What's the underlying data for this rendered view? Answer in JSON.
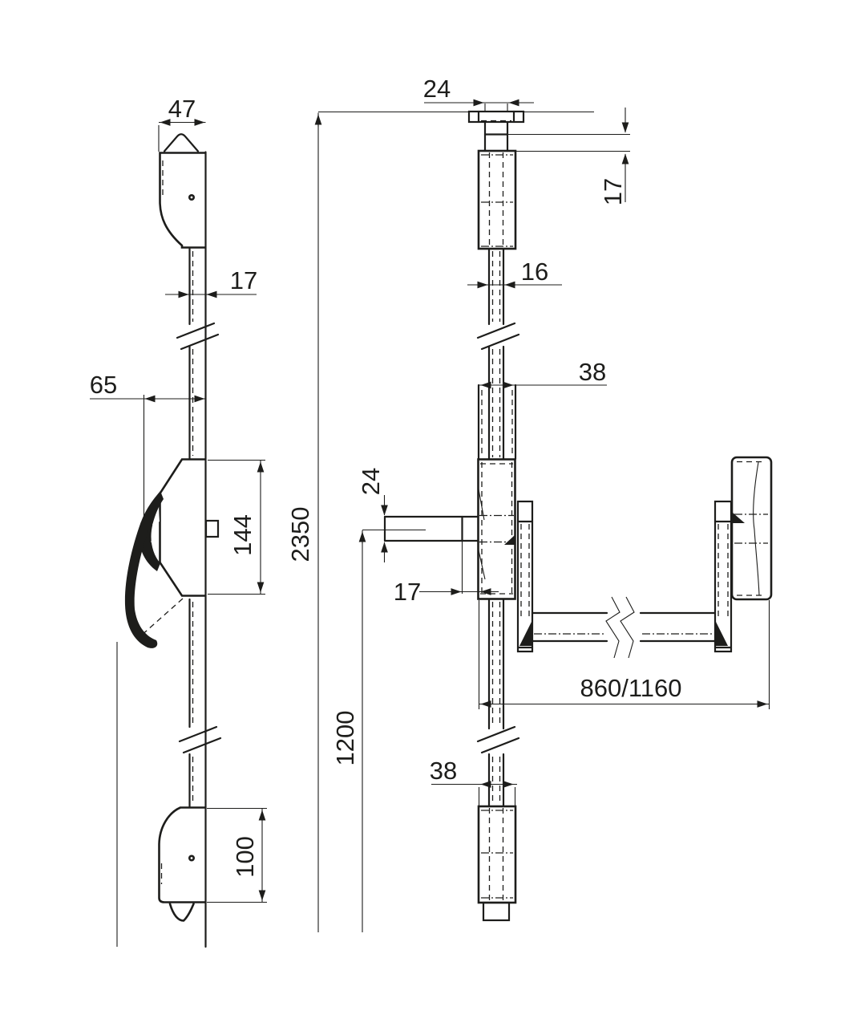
{
  "drawing": {
    "title": "Panic exit device with vertical rods - dimensioned two-view technical drawing",
    "line_color": "#1d1d1b",
    "background_color": "#ffffff",
    "views": {
      "side_view": {
        "dims": {
          "keeper_width": "47",
          "rod_width": "17",
          "pad_projection": "65",
          "case_height": "144",
          "bottom_keeper_height": "100"
        }
      },
      "front_view": {
        "dims": {
          "overall_height": "2350",
          "bar_center_height": "1200",
          "top_bolt_plate_width": "24",
          "top_bolt_throw": "17",
          "rod_width": "16",
          "upper_guide_width": "38",
          "spindle_square": "24",
          "spindle_backset": "17",
          "bar_length": "860/1160",
          "lower_guide_width": "38"
        }
      }
    }
  }
}
